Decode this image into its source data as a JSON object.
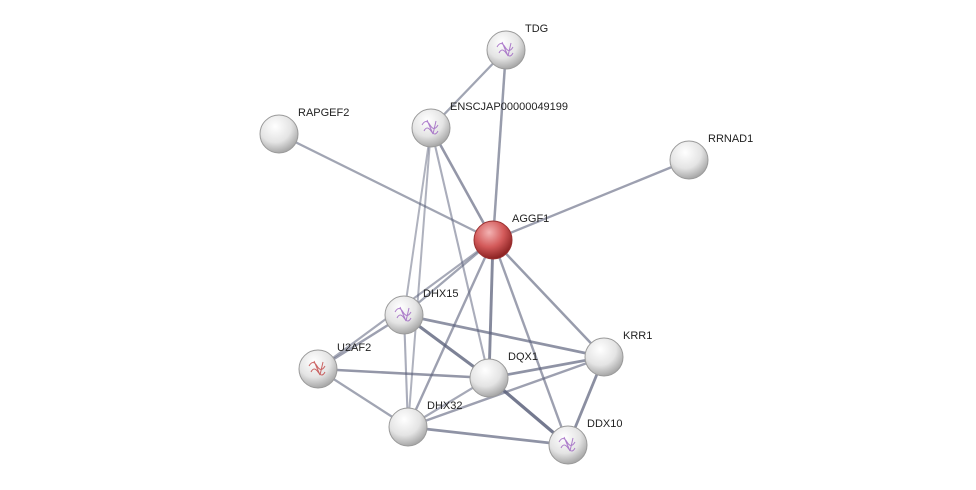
{
  "network": {
    "query_node": "AGGF1",
    "colors": {
      "query": "#c0392b",
      "node": "#e6e6e6",
      "edge": "#5a607a"
    },
    "nodes": [
      {
        "id": "TDG",
        "label": "TDG",
        "structure": true
      },
      {
        "id": "ENSCJAP00000049199",
        "label": "ENSCJAP00000049199",
        "structure": true
      },
      {
        "id": "RAPGEF2",
        "label": "RAPGEF2",
        "structure": false
      },
      {
        "id": "RRNAD1",
        "label": "RRNAD1",
        "structure": false
      },
      {
        "id": "AGGF1",
        "label": "AGGF1",
        "structure": false
      },
      {
        "id": "DHX15",
        "label": "DHX15",
        "structure": true
      },
      {
        "id": "U2AF2",
        "label": "U2AF2",
        "structure": true
      },
      {
        "id": "DQX1",
        "label": "DQX1",
        "structure": false
      },
      {
        "id": "KRR1",
        "label": "KRR1",
        "structure": false
      },
      {
        "id": "DHX32",
        "label": "DHX32",
        "structure": false
      },
      {
        "id": "DDX10",
        "label": "DDX10",
        "structure": true
      }
    ],
    "edges": [
      [
        "TDG",
        "ENSCJAP00000049199",
        0.4
      ],
      [
        "TDG",
        "AGGF1",
        0.5
      ],
      [
        "RAPGEF2",
        "AGGF1",
        0.4
      ],
      [
        "RRNAD1",
        "AGGF1",
        0.45
      ],
      [
        "ENSCJAP00000049199",
        "AGGF1",
        0.55
      ],
      [
        "ENSCJAP00000049199",
        "DHX15",
        0.25
      ],
      [
        "ENSCJAP00000049199",
        "DHX32",
        0.25
      ],
      [
        "ENSCJAP00000049199",
        "DQX1",
        0.3
      ],
      [
        "AGGF1",
        "DHX15",
        0.4
      ],
      [
        "AGGF1",
        "U2AF2",
        0.35
      ],
      [
        "AGGF1",
        "DQX1",
        0.7
      ],
      [
        "AGGF1",
        "KRR1",
        0.5
      ],
      [
        "AGGF1",
        "DDX10",
        0.45
      ],
      [
        "AGGF1",
        "DHX32",
        0.45
      ],
      [
        "DHX15",
        "U2AF2",
        0.45
      ],
      [
        "DHX15",
        "DQX1",
        0.8
      ],
      [
        "DHX15",
        "KRR1",
        0.6
      ],
      [
        "DHX15",
        "DHX32",
        0.3
      ],
      [
        "U2AF2",
        "DQX1",
        0.55
      ],
      [
        "U2AF2",
        "DHX32",
        0.4
      ],
      [
        "DQX1",
        "KRR1",
        0.6
      ],
      [
        "DQX1",
        "DDX10",
        0.9
      ],
      [
        "DQX1",
        "DHX32",
        0.35
      ],
      [
        "KRR1",
        "DDX10",
        0.65
      ],
      [
        "KRR1",
        "DHX32",
        0.45
      ],
      [
        "DHX32",
        "DDX10",
        0.6
      ]
    ]
  }
}
